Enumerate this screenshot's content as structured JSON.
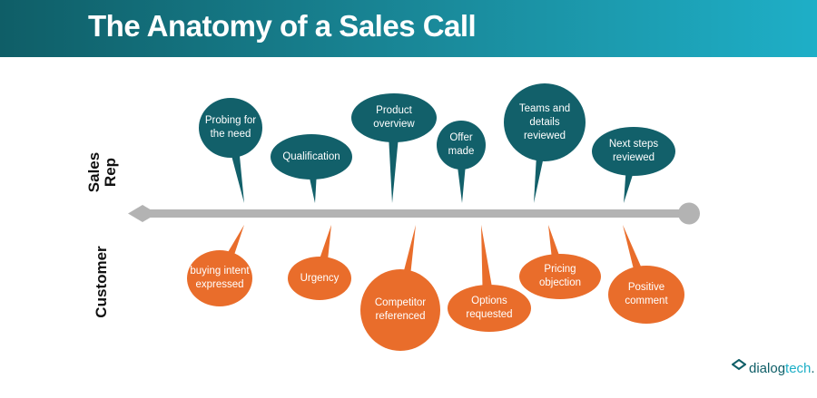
{
  "title": "The Anatomy of a Sales Call",
  "labels": {
    "rep": "Sales\nRep",
    "customer": "Customer"
  },
  "colors": {
    "rep": "#12606a",
    "customer": "#e96d2b",
    "timeline": "#b3b3b3",
    "header_start": "#0f5e67",
    "header_end": "#1eafc7"
  },
  "rep_events": [
    {
      "text": "Probing for\nthe need"
    },
    {
      "text": "Qualification"
    },
    {
      "text": "Product\noverview"
    },
    {
      "text": "Offer\nmade"
    },
    {
      "text": "Teams and\ndetails\nreviewed"
    },
    {
      "text": "Next steps\nreviewed"
    }
  ],
  "customer_events": [
    {
      "text": "buying intent\nexpressed"
    },
    {
      "text": "Urgency"
    },
    {
      "text": "Competitor\nreferenced"
    },
    {
      "text": "Options\nrequested"
    },
    {
      "text": "Pricing\nobjection"
    },
    {
      "text": "Positive\ncomment"
    }
  ],
  "logo": {
    "name": "dialogtech-logo",
    "text_main": "dialog",
    "text_accent": "tech",
    "suffix": "."
  }
}
